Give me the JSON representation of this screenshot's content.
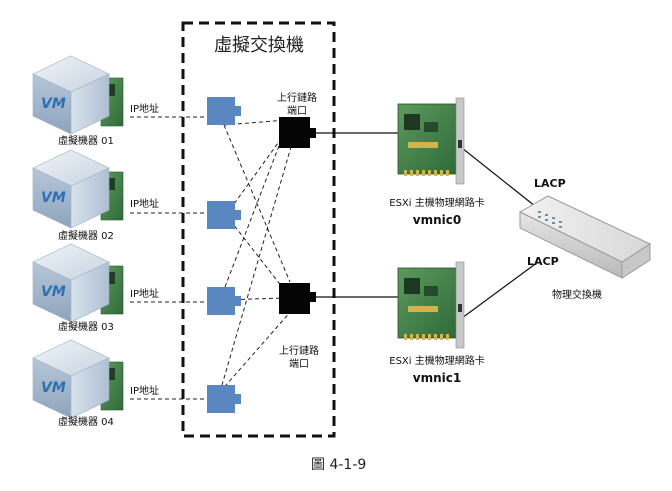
{
  "virtual_switch": {
    "title": "虛擬交換機"
  },
  "vms": [
    {
      "label": "虛擬機器 01",
      "ip_label": "IP地址",
      "logo": "VM"
    },
    {
      "label": "虛擬機器 02",
      "ip_label": "IP地址",
      "logo": "VM"
    },
    {
      "label": "虛擬機器 03",
      "ip_label": "IP地址",
      "logo": "VM"
    },
    {
      "label": "虛擬機器 04",
      "ip_label": "IP地址",
      "logo": "VM"
    }
  ],
  "uplinks": [
    {
      "line1": "上行鏈路",
      "line2": "端口"
    },
    {
      "line1": "上行鏈路",
      "line2": "端口"
    }
  ],
  "nics": [
    {
      "label": "ESXi 主機物理網路卡",
      "device": "vmnic0"
    },
    {
      "label": "ESXi 主機物理網路卡",
      "device": "vmnic1"
    }
  ],
  "lacp_labels": [
    "LACP",
    "LACP"
  ],
  "physical_switch": {
    "label": "物理交換機"
  },
  "caption": "圖 4-1-9",
  "colors": {
    "port_blue": "#5b87c0",
    "uplink_black": "#050505",
    "board_green": "#3f7a45",
    "cube_blue": "#8ea9c6",
    "vm_logo": "#2e6fb5"
  }
}
